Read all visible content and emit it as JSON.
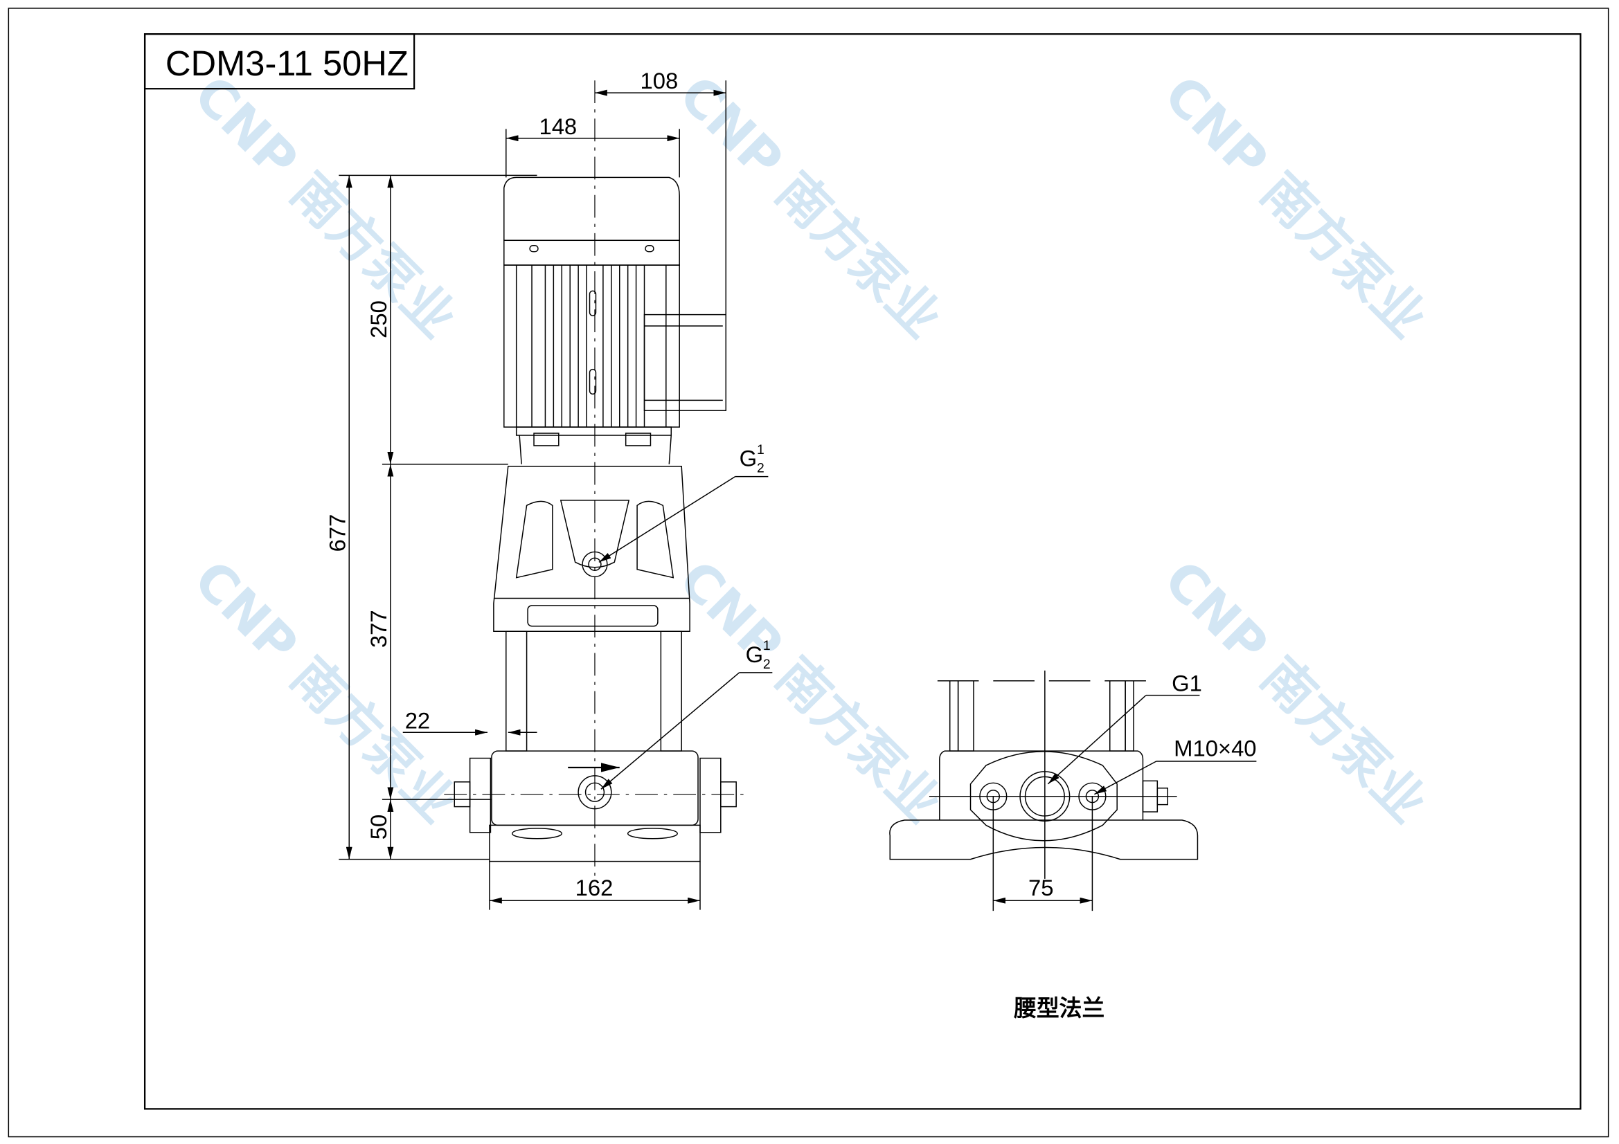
{
  "title": "CDM3-11 50HZ",
  "watermark": "CNP 南方泵业",
  "dimensions": {
    "motor_width": "148",
    "terminal_box_offset": "108",
    "total_height": "677",
    "motor_height": "250",
    "pump_height": "377",
    "base_height": "50",
    "column_offset": "22",
    "base_width": "162",
    "bolt_spacing": "75"
  },
  "labels": {
    "vent_port": {
      "main": "G",
      "sup": "1",
      "sub": "2"
    },
    "drain_port": {
      "main": "G",
      "sup": "1",
      "sub": "2"
    },
    "flange_port": "G1",
    "bolt": "M10×40",
    "flange_caption": "腰型法兰"
  }
}
